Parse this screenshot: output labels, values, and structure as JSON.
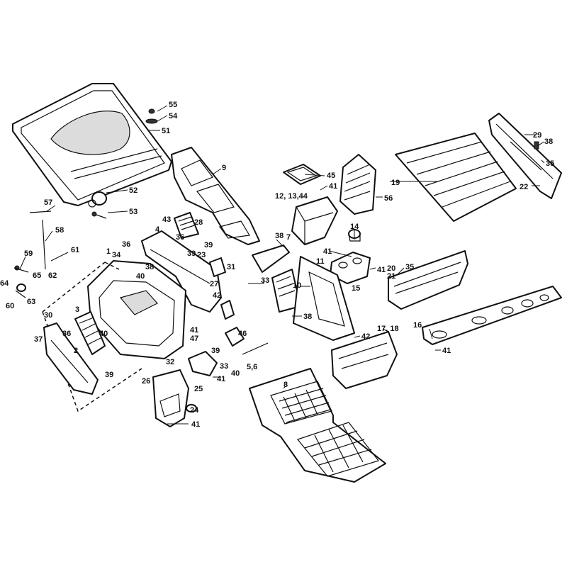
{
  "callouts": {
    "c55": "55",
    "c54": "54",
    "c51": "51",
    "c52": "52",
    "c53": "53",
    "c9": "9",
    "c45": "45",
    "c41a": "41",
    "c12": "12, 13,44",
    "c56": "56",
    "c19": "19",
    "c29": "29",
    "c38a": "38",
    "c35a": "35",
    "c22": "22",
    "c57": "57",
    "c58": "58",
    "c59": "59",
    "c61": "61",
    "c62": "62",
    "c65": "65",
    "c64": "64",
    "c63": "63",
    "c60": "60",
    "c43": "43",
    "c28": "28",
    "c4": "4",
    "c36a": "36",
    "c39a": "39",
    "c23": "23",
    "c38b": "38",
    "c7": "7",
    "c14": "14",
    "c41b": "41",
    "c11": "11",
    "c41c": "41",
    "c20": "20",
    "c21": "21",
    "c35b": "35",
    "c1": "1",
    "c34": "34",
    "c36b": "36",
    "c38c": "38",
    "c40a": "40",
    "c31": "31",
    "c33a": "33",
    "c27": "27",
    "c42a": "42",
    "c10": "10",
    "c15": "15",
    "c38d": "38",
    "c16": "16",
    "c41d": "41",
    "c3": "3",
    "c30": "30",
    "c36c": "36",
    "c37": "37",
    "c2": "2",
    "c40b": "40",
    "c39b": "39",
    "c41e": "41",
    "c47": "47",
    "c46": "46",
    "c39c": "39",
    "c42b": "42",
    "c17": "17, 18",
    "c32": "32",
    "c33b": "33",
    "c41f": "41",
    "c56b": "5,6",
    "c40c": "40",
    "c26": "26",
    "c25": "25",
    "c24": "24",
    "c41g": "41",
    "c8": "8"
  }
}
